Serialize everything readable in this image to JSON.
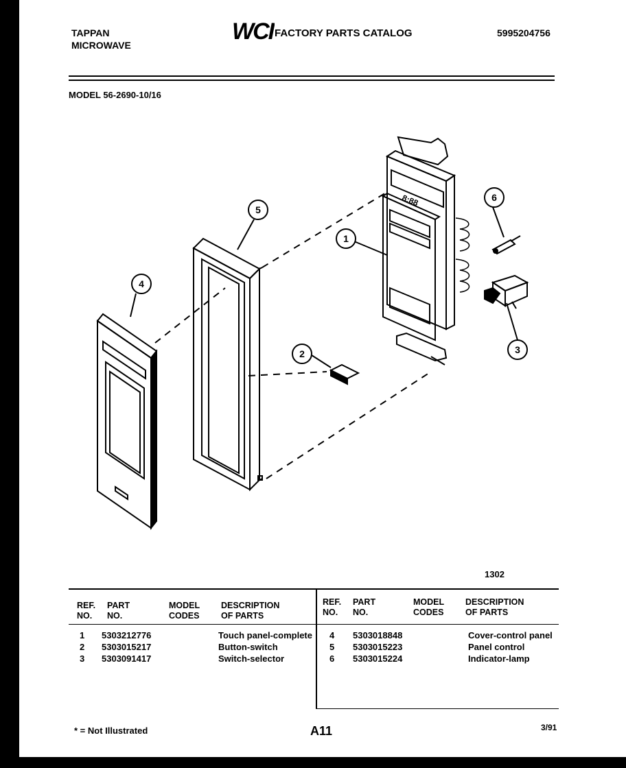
{
  "header": {
    "brand_line1": "TAPPAN",
    "brand_line2": "MICROWAVE",
    "logo_text": "WCI",
    "catalog_title": "FACTORY PARTS CATALOG",
    "catalog_number": "5995204756",
    "model": "MODEL 56-2690-10/16"
  },
  "diagram": {
    "figure_number": "1302",
    "callouts": [
      "1",
      "2",
      "3",
      "4",
      "5",
      "6"
    ],
    "display_digits": "8:88"
  },
  "table": {
    "left_headers": {
      "ref": "REF.\nNO.",
      "part": "PART\nNO.",
      "codes": "MODEL\nCODES",
      "desc": "DESCRIPTION\nOF PARTS"
    },
    "right_headers": {
      "ref": "REF.\nNO.",
      "part": "PART\nNO.",
      "codes": "MODEL\nCODES",
      "desc": "DESCRIPTION\nOF PARTS"
    },
    "left_rows": [
      {
        "ref": "1",
        "part": "5303212776",
        "codes": "",
        "desc": "Touch panel-complete"
      },
      {
        "ref": "2",
        "part": "5303015217",
        "codes": "",
        "desc": "Button-switch"
      },
      {
        "ref": "3",
        "part": "5303091417",
        "codes": "",
        "desc": "Switch-selector"
      }
    ],
    "right_rows": [
      {
        "ref": "4",
        "part": "5303018848",
        "codes": "",
        "desc": "Cover-control panel"
      },
      {
        "ref": "5",
        "part": "5303015223",
        "codes": "",
        "desc": "Panel control"
      },
      {
        "ref": "6",
        "part": "5303015224",
        "codes": "",
        "desc": "Indicator-lamp"
      }
    ]
  },
  "footer": {
    "note": "* = Not Illustrated",
    "page": "A11",
    "date": "3/91"
  }
}
